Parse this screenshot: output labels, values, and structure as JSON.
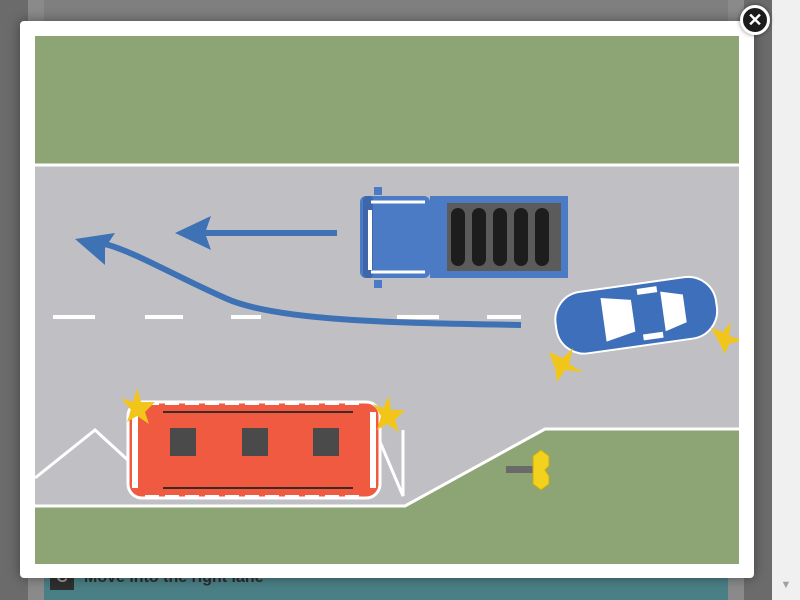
{
  "background_page": {
    "answer_letter": "C",
    "answer_text": "Move into the right lane"
  },
  "scrollbar": {
    "down_arrow_icon": "▼"
  },
  "modal": {
    "close_icon": "✕",
    "scene": {
      "description_icons": [
        "road-scene",
        "truck",
        "car",
        "bus",
        "bus-stop-sign"
      ],
      "colors": {
        "grass": "#8da575",
        "road": "#c0c0c4",
        "truck": "#4b7bc4",
        "car": "#3d6fba",
        "bus": "#ef5a41",
        "arrow": "#3f72b5",
        "sign": "#f2d21d",
        "flash": "#f2c51a"
      }
    }
  }
}
